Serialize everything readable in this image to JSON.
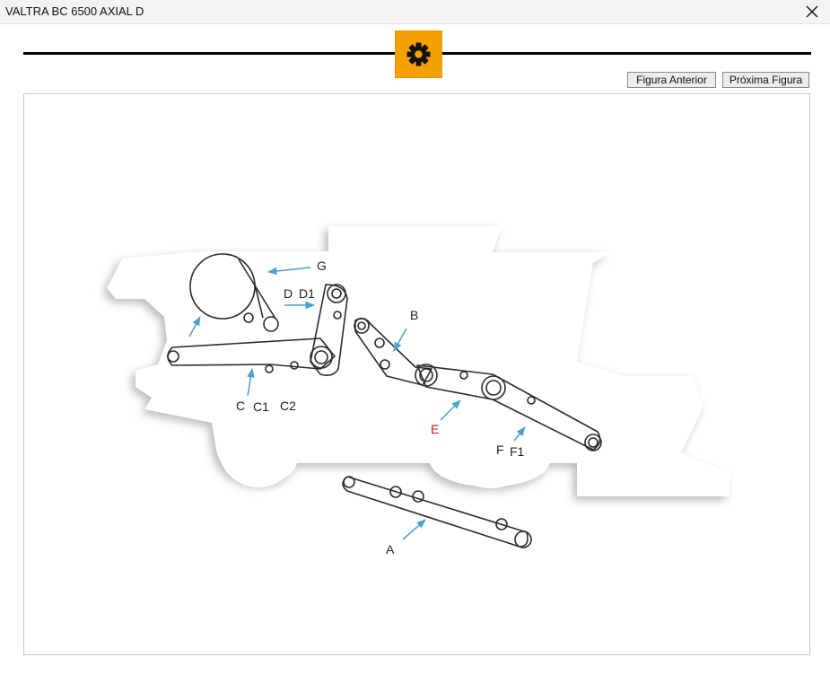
{
  "window": {
    "title": "VALTRA BC 6500 AXIAL D",
    "close_icon": "close-icon"
  },
  "toolbar": {
    "gear_icon": "gear-icon",
    "accent_color": "#f5a000"
  },
  "navigation": {
    "prev_label": "Figura Anterior",
    "next_label": "Próxima Figura"
  },
  "figure": {
    "labels": {
      "A": "A",
      "B": "B",
      "C": "C",
      "C1": "C1",
      "C2": "C2",
      "D": "D",
      "D1": "D1",
      "E": "E",
      "F": "F",
      "F1": "F1",
      "G": "G"
    },
    "highlight_label": "E",
    "highlight_color": "#d01818",
    "arrow_color": "#4a9fd4"
  }
}
